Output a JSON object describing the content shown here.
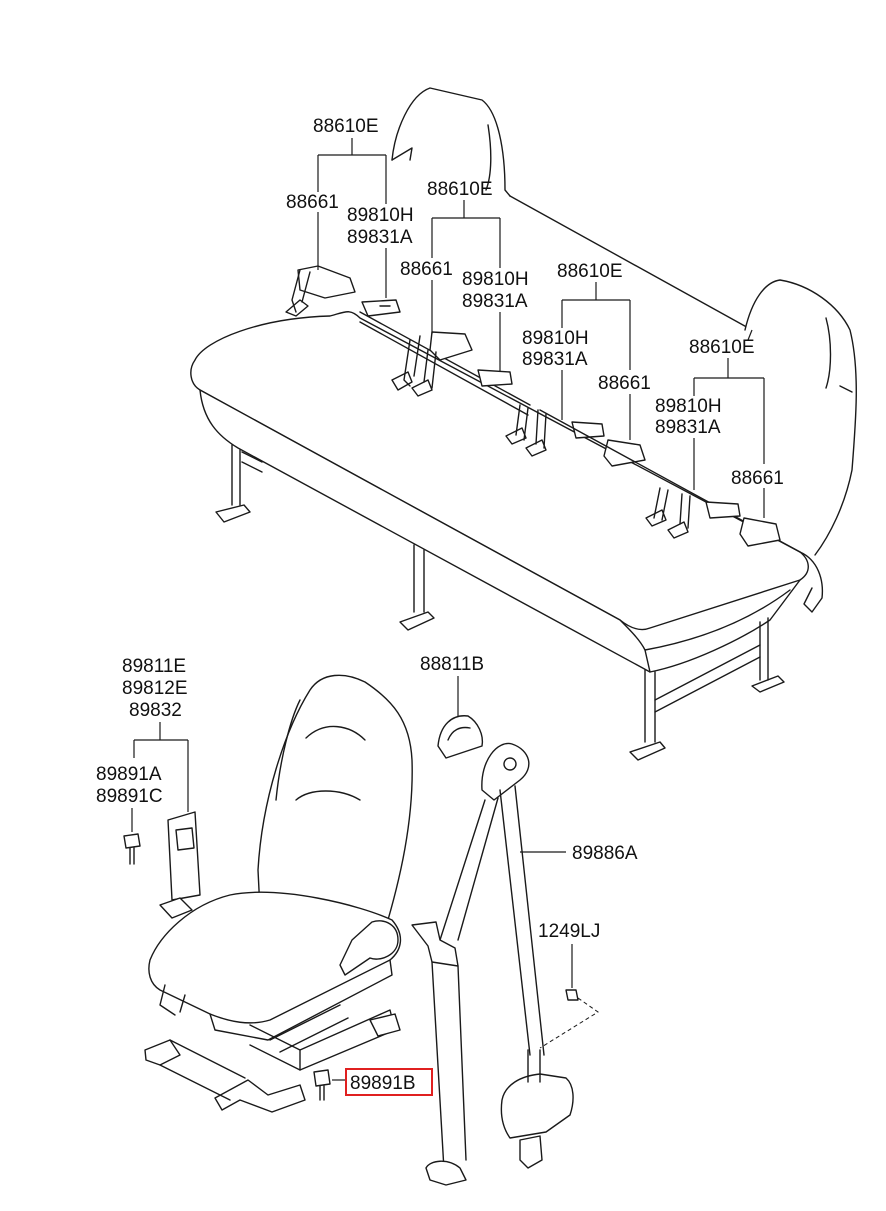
{
  "labels": {
    "bench_e_top": "88610E",
    "bench_661_a": "88661",
    "bench_810h_a": "89810H",
    "bench_831a_a": "89831A",
    "bench_e_2": "88610E",
    "bench_661_b": "88661",
    "bench_810h_b": "89810H",
    "bench_831a_b": "89831A",
    "bench_e_3": "88610E",
    "bench_810h_c": "89810H",
    "bench_831a_c": "89831A",
    "bench_661_c": "88661",
    "bench_e_4": "88610E",
    "bench_810h_d": "89810H",
    "bench_831a_d": "89831A",
    "bench_661_d": "88661",
    "buckle_811e": "89811E",
    "buckle_812e": "89812E",
    "buckle_832": "89832",
    "bolt_891a": "89891A",
    "bolt_891c": "89891C",
    "cover_811b": "88811B",
    "belt_886a": "89886A",
    "screw_1249lj": "1249LJ",
    "bolt_891b": "89891B"
  },
  "highlight_color": "#e02020"
}
